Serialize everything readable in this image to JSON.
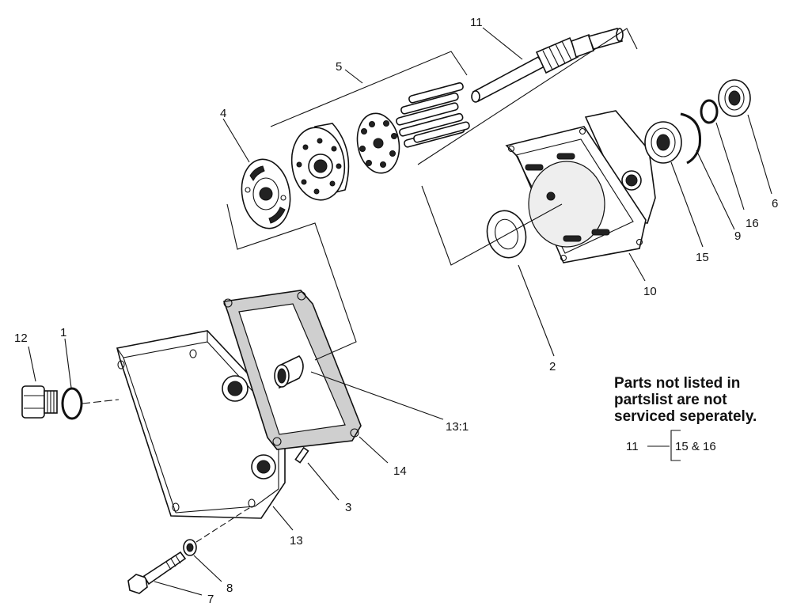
{
  "callouts": {
    "c1": "1",
    "c2": "2",
    "c3": "3",
    "c4": "4",
    "c5": "5",
    "c6": "6",
    "c7": "7",
    "c8": "8",
    "c9": "9",
    "c10": "10",
    "c11": "11",
    "c12": "12",
    "c13": "13",
    "c13_1": "13:1",
    "c14": "14",
    "c15": "15",
    "c16": "16"
  },
  "note": {
    "line1": "Parts not listed in",
    "line2": "partslist are not",
    "line3": "serviced seperately."
  },
  "legend": {
    "left": "11",
    "right": "15 & 16"
  }
}
